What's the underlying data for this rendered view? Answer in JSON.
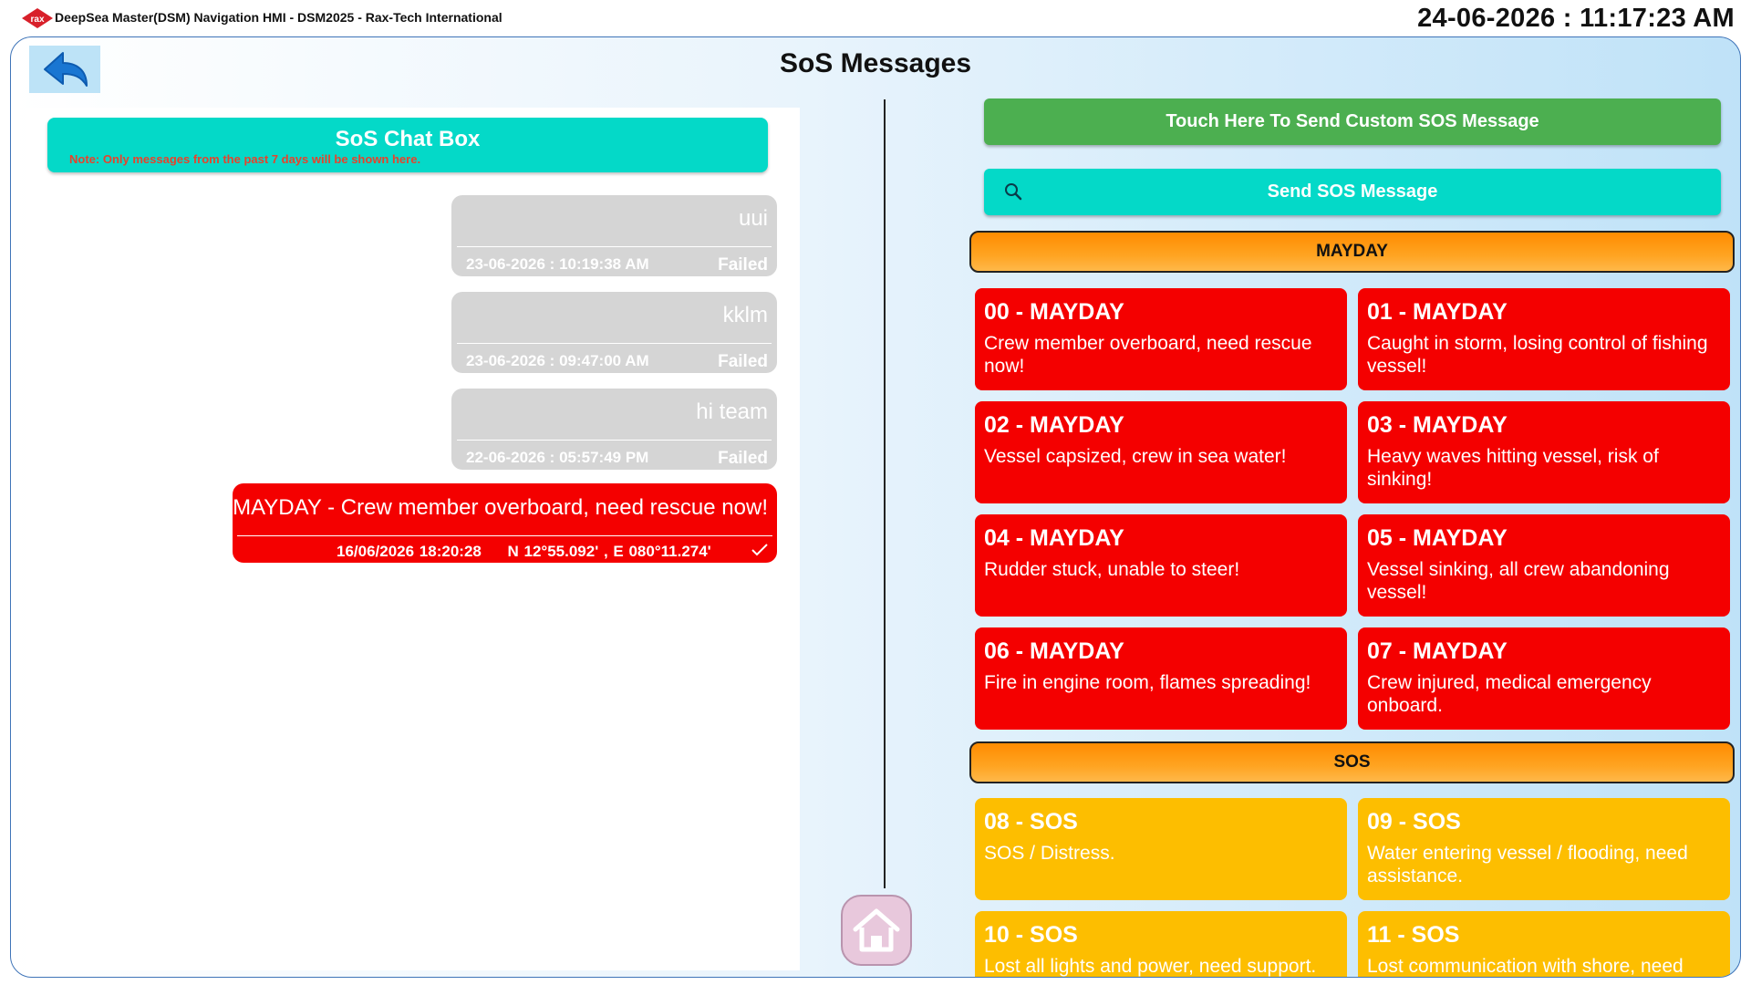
{
  "app": {
    "logo_text": "rax",
    "title": "DeepSea Master(DSM) Navigation HMI - DSM2025 - Rax-Tech International",
    "datetime": "24-06-2026 : 11:17:23 AM"
  },
  "page": {
    "title": "SoS Messages"
  },
  "chat": {
    "title": "SoS Chat Box",
    "note": "Note: Only messages from the past 7 days will be shown here.",
    "messages": [
      {
        "text": "uui",
        "timestamp": "23-06-2026 : 10:19:38 AM",
        "status": "Failed"
      },
      {
        "text": "kklm",
        "timestamp": "23-06-2026 : 09:47:00 AM",
        "status": "Failed"
      },
      {
        "text": "hi team",
        "timestamp": "22-06-2026 : 05:57:49 PM",
        "status": "Failed"
      }
    ],
    "sent": {
      "text": "MAYDAY - Crew member overboard, need rescue now!",
      "timestamp": "16/06/2026 18:20:28",
      "position": "N 12°55.092' , E 080°11.274'",
      "status_icon": "check-icon"
    }
  },
  "actions": {
    "custom_label": "Touch Here To Send Custom SOS Message",
    "send_label": "Send SOS Message"
  },
  "sections": {
    "mayday": {
      "title": "MAYDAY",
      "items": [
        {
          "code": "00 - MAYDAY",
          "text": "Crew member overboard, need rescue now!"
        },
        {
          "code": "01 - MAYDAY",
          "text": "Caught in storm, losing control of fishing vessel!"
        },
        {
          "code": "02 - MAYDAY",
          "text": "Vessel capsized, crew in sea water!"
        },
        {
          "code": "03 - MAYDAY",
          "text": "Heavy waves hitting vessel, risk of sinking!"
        },
        {
          "code": "04 - MAYDAY",
          "text": "Rudder stuck, unable to steer!"
        },
        {
          "code": "05 - MAYDAY",
          "text": "Vessel sinking, all crew abandoning vessel!"
        },
        {
          "code": "06 - MAYDAY",
          "text": "Fire in engine room, flames spreading!"
        },
        {
          "code": "07 - MAYDAY",
          "text": "Crew injured, medical emergency onboard."
        }
      ]
    },
    "sos": {
      "title": "SOS",
      "items": [
        {
          "code": "08 - SOS",
          "text": "SOS / Distress."
        },
        {
          "code": "09 - SOS",
          "text": "Water entering vessel / flooding, need assistance."
        },
        {
          "code": "10 - SOS",
          "text": "Lost all lights and power, need support."
        },
        {
          "code": "11 - SOS",
          "text": "Lost communication with shore, need assistance."
        }
      ]
    }
  },
  "colors": {
    "mayday_card": "#f40000",
    "sos_card": "#fdbe00",
    "custom_button": "#4caf50",
    "teal": "#04d9c8",
    "failed_bubble": "#d5d5d5"
  },
  "icons": {
    "back": "back-arrow-icon",
    "home": "home-icon",
    "search": "search-icon",
    "logo": "rax-logo-icon"
  }
}
